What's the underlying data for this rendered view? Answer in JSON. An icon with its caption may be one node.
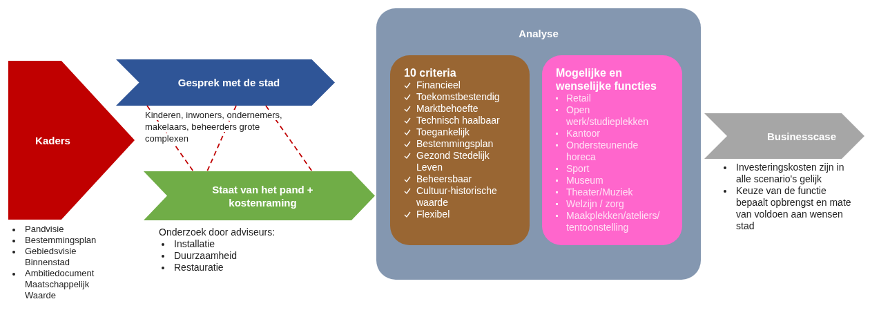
{
  "diagram": {
    "nodes": [
      {
        "text": [
          "Kaders"
        ],
        "beside": [
          "Pandvisie",
          "Bestemmingsplan",
          "Gebiedsvisie Binnenstad",
          "Ambitiedocument Maatschappelijk Waarde"
        ]
      },
      {
        "text": [
          "Gesprek met de stad"
        ],
        "beside": [
          "Kinderen, inwoners, ondernemers, makelaars, beheerders grote complexen"
        ]
      },
      {
        "text": [
          "Staat van het pand + kostenraming"
        ],
        "beside": [
          "Onderzoek door adviseurs:",
          "Installatie",
          "Duurzaamheid",
          "Restauratie"
        ]
      },
      {
        "text": [
          "Analyse"
        ]
      },
      {
        "text": [
          "10 criteria",
          "Financieel",
          "Toekomstbestendig",
          "Marktbehoefte",
          "Technisch haalbaar",
          "Toegankelijk",
          "Bestemmingsplan",
          "Gezond Stedelijk Leven",
          "Beheersbaar",
          "Cultuur-historische waarde",
          "Flexibel"
        ],
        "in": 3
      },
      {
        "text": [
          "Mogelijke en wenselijke functies",
          "Retail",
          "Open werk/studieplekken",
          "Kantoor",
          "Ondersteunende horeca",
          "Sport",
          "Museum",
          "Theater/Muziek",
          "Welzijn / zorg",
          "Maakplekken/ateliers/ tentoonstelling"
        ],
        "in": 3
      },
      {
        "text": [
          "Businesscase"
        ],
        "beside": [
          "Investeringskosten zijn in alle scenario's gelijk",
          "Keuze van de functie bepaalt opbrengst en mate van voldoen aan wensen stad"
        ]
      }
    ],
    "edges": [
      {
        "from": 1,
        "to": 2,
        "arrow": "none",
        "style": "dashed",
        "color": "#c00000"
      },
      {
        "from": 1,
        "to": 2,
        "arrow": "none",
        "style": "dashed",
        "color": "#c00000"
      },
      {
        "from": 1,
        "to": 2,
        "arrow": "none",
        "style": "dashed",
        "color": "#c00000"
      }
    ]
  }
}
